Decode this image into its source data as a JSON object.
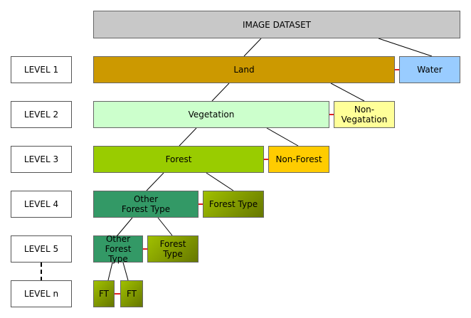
{
  "levels": [
    "LEVEL 1",
    "LEVEL 2",
    "LEVEL 3",
    "LEVEL 4",
    "LEVEL 5",
    "LEVEL n"
  ],
  "nodes": {
    "root": "IMAGE DATASET",
    "land": "Land",
    "water": "Water",
    "vegetation": "Vegetation",
    "non_vegetation": "Non-\nVegatation",
    "forest": "Forest",
    "non_forest": "Non-Forest",
    "other_forest_type_l4": "Other\nForest Type",
    "forest_type_l4": "Forest Type",
    "other_forest_type_l5": "Other\nForest Type",
    "forest_type_l5": "Forest\nType",
    "ft_1": "FT",
    "ft_2": "FT"
  },
  "colors": {
    "root": "#c8c8c8",
    "land": "#cc9900",
    "water": "#99ccff",
    "vegetation": "#ccffcc",
    "non_vegetation": "#ffff99",
    "forest": "#99cc00",
    "non_forest": "#ffcc00",
    "other_forest_type": "#339966",
    "forest_type_gradient_start": "#99bb00",
    "forest_type_gradient_end": "#667700",
    "sibling_link": "#e02020"
  }
}
